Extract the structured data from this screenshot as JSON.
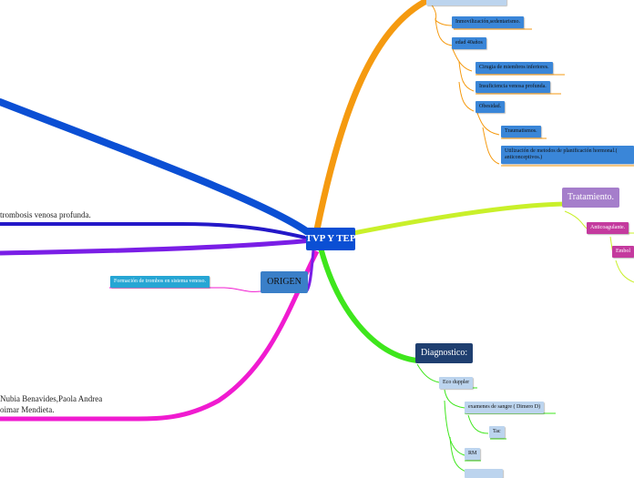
{
  "root": {
    "label": "TVP Y TEP"
  },
  "factors": {
    "items": [
      {
        "label": "Inmovilización,sedentarismo."
      },
      {
        "label": "edad 40años"
      },
      {
        "label": "Cirugia de miembros inferiores."
      },
      {
        "label": "Insuficiencia venosa profunda."
      },
      {
        "label": "Obesidad."
      },
      {
        "label": "Traumatismos."
      },
      {
        "label": "Utilización de metodos de planificación hormonal.( anticonceptivos.)"
      }
    ]
  },
  "tratamiento": {
    "label": "Tratamiento.",
    "items": [
      {
        "label": "Anticoagulante."
      },
      {
        "label": "Embol"
      }
    ]
  },
  "diagnostico": {
    "label": "Diagnostico:",
    "items": [
      {
        "label": "Eco duppler"
      },
      {
        "label": "examenes de sangre ( Dimero D)"
      },
      {
        "label": "Tac"
      },
      {
        "label": "RM"
      }
    ]
  },
  "origen": {
    "label": "ORIGEN",
    "items": [
      {
        "label": "Formación de trombos en sistema venoso."
      }
    ]
  },
  "left": {
    "definition": "trombosis venosa profunda.",
    "authors_line1": "Nubia Benavides,Paola Andrea",
    "authors_line2": "oimar Mendieta."
  },
  "colors": {
    "root": "#0b4fd4",
    "orange_branch": "#f59a10",
    "green_branch": "#3ee61c",
    "yellow_branch": "#c9f02a",
    "magenta_branch": "#f01bd0",
    "blue_branch": "#0b4fd4",
    "purple_branch": "#7a1ee6",
    "indigo_branch": "#2418c8",
    "factor_box": "#3a86d8",
    "origen_box": "#3a7fc8",
    "origen_item_box": "#26a6d4",
    "tratamiento_box": "#a57ecb",
    "tratamiento_item_box": "#c43a9e",
    "diagnostico_box": "#1f3f70",
    "diagnostico_item_box": "#bcd4ee"
  }
}
